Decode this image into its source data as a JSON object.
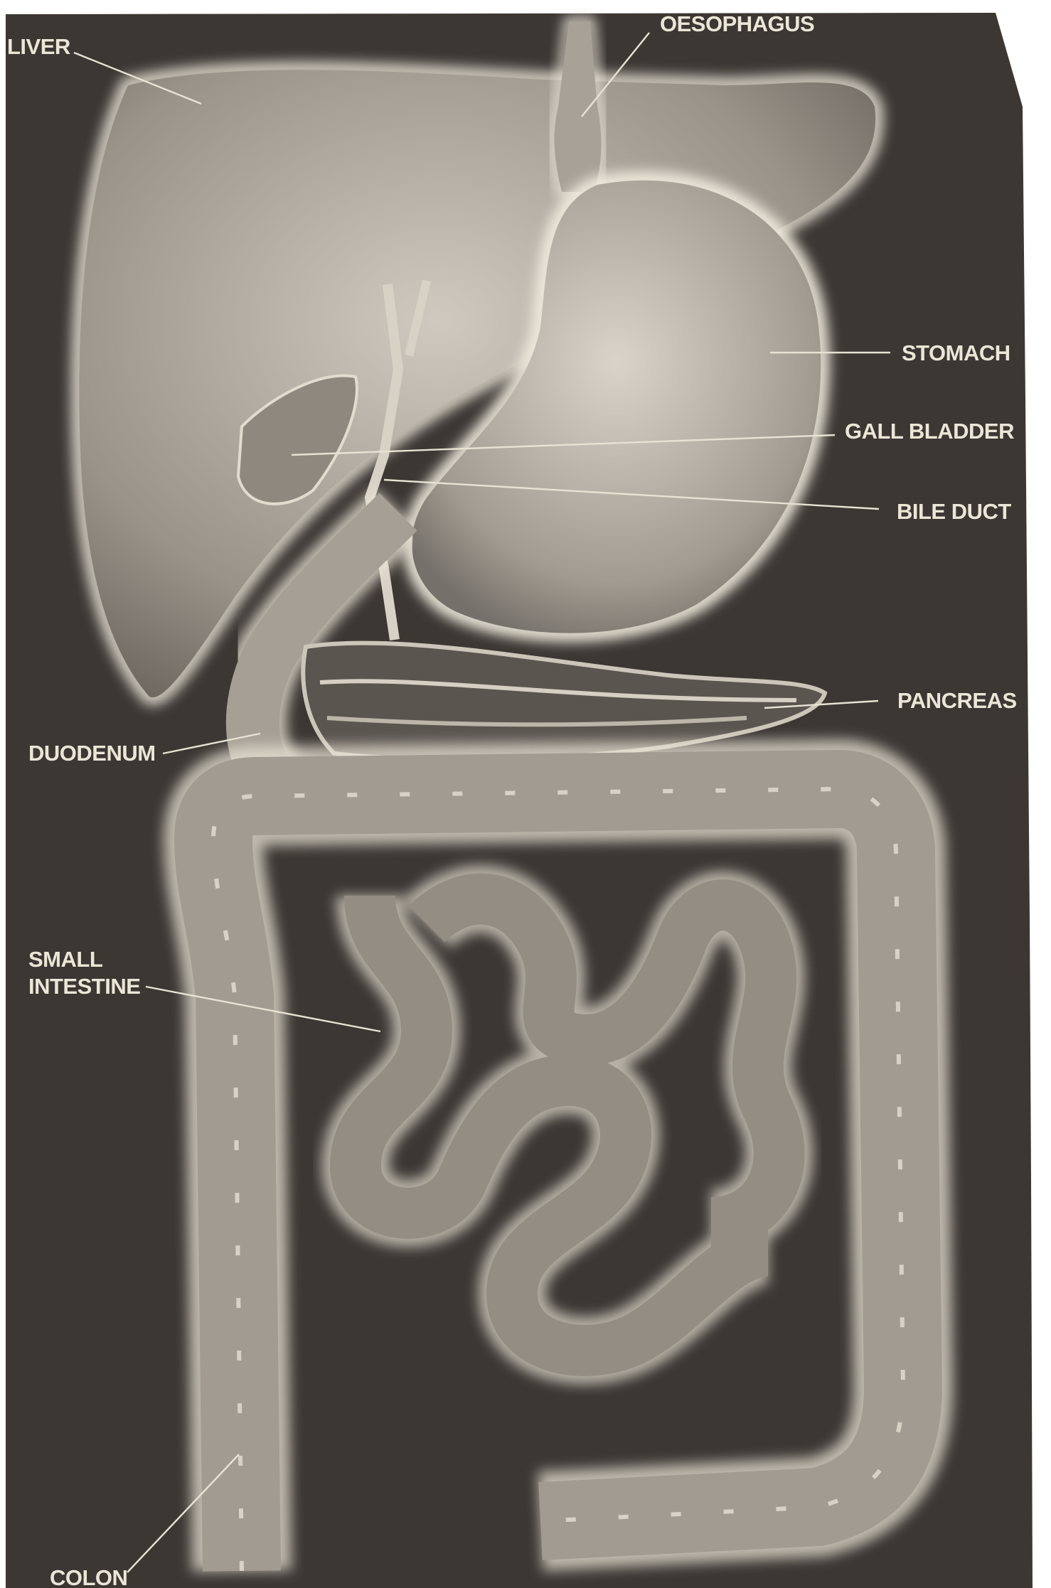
{
  "labels": {
    "liver": "LIVER",
    "oesophagus": "OESOPHAGUS",
    "stomach": "STOMACH",
    "gall_bladder": "GALL BLADDER",
    "bile_duct": "BILE DUCT",
    "pancreas": "PANCREAS",
    "duodenum": "DUODENUM",
    "small_intestine_line1": "SMALL",
    "small_intestine_line2": "INTESTINE",
    "colon": "COLON"
  },
  "colors": {
    "background": "#3c3733",
    "organ": "#9d968c",
    "glow": "#e9e3d6",
    "label_text": "#ece6d8"
  }
}
